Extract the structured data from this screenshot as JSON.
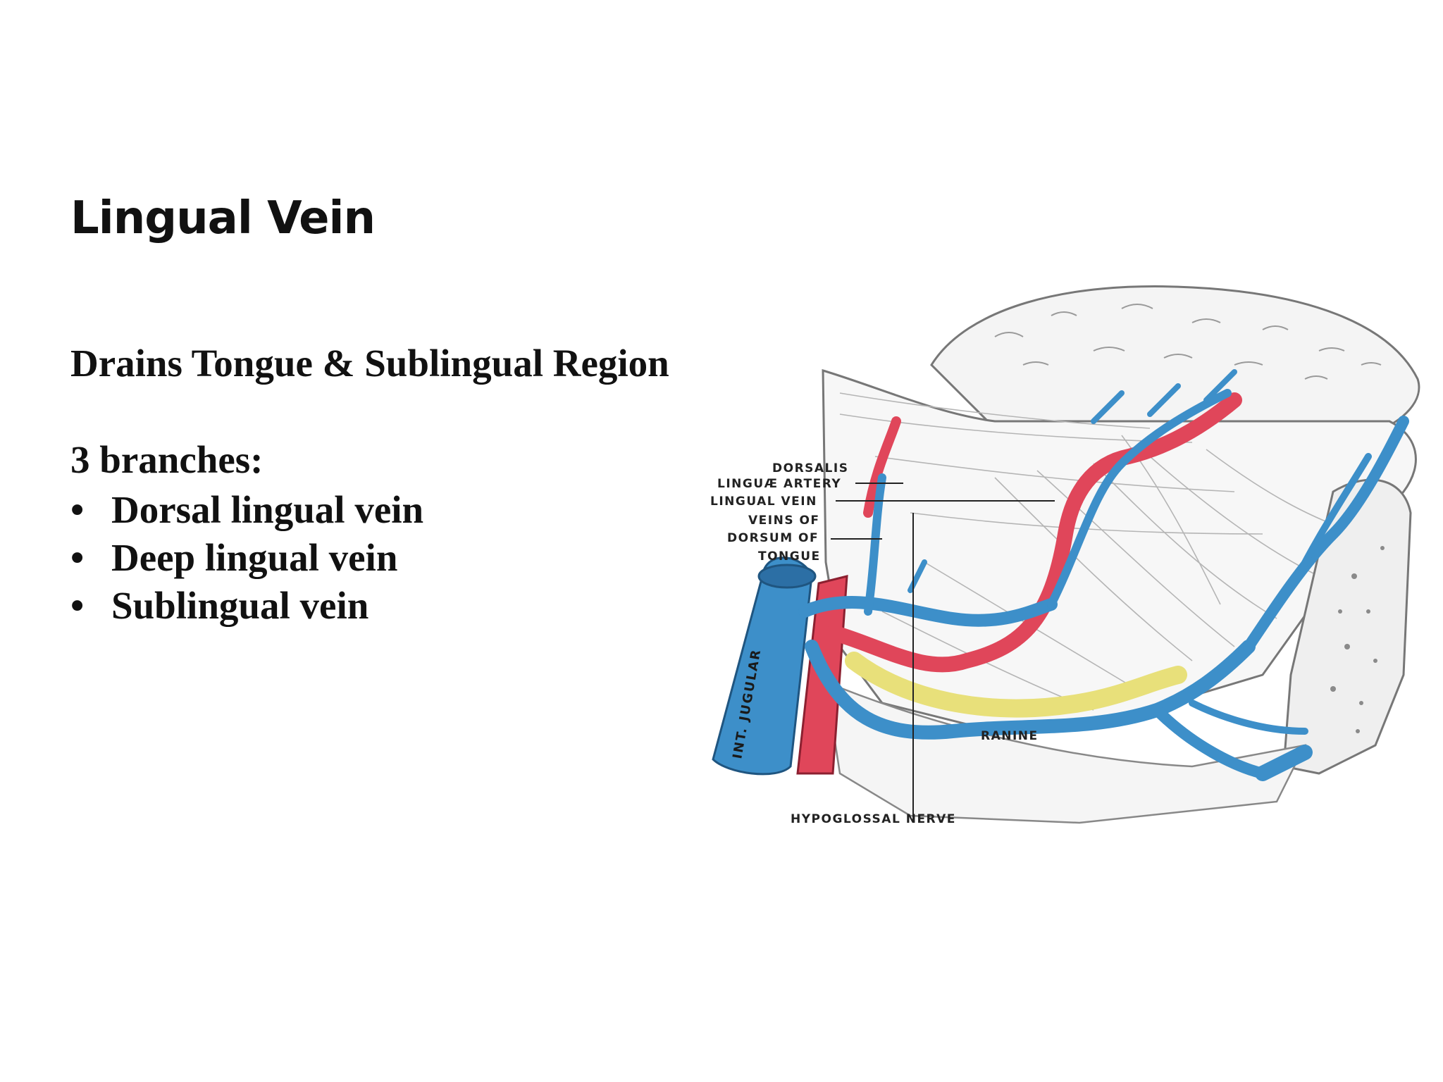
{
  "slide": {
    "title": "Lingual Vein",
    "subtitle": "Drains Tongue & Sublingual Region",
    "branches_heading": "3 branches:",
    "bullet_symbol": "•",
    "bullets": [
      "Dorsal lingual vein",
      "Deep lingual vein",
      "Sublingual vein"
    ]
  },
  "figure": {
    "labels": {
      "dorsalis": "DORSALIS",
      "linguae_artery": "LINGUÆ ARTERY",
      "lingual_vein": "LINGUAL VEIN",
      "veins_of": "VEINS OF",
      "dorsum_of": "DORSUM OF",
      "tongue": "TONGUE",
      "int_jugular": "INT. JUGULAR",
      "ranine": "RANINE",
      "hypoglossal_nerve": "HYPOGLOSSAL NERVE"
    },
    "colors": {
      "vein": "#3d8fc9",
      "artery": "#e0465a",
      "nerve": "#e8e07a",
      "muscle_outline": "#777777"
    }
  }
}
